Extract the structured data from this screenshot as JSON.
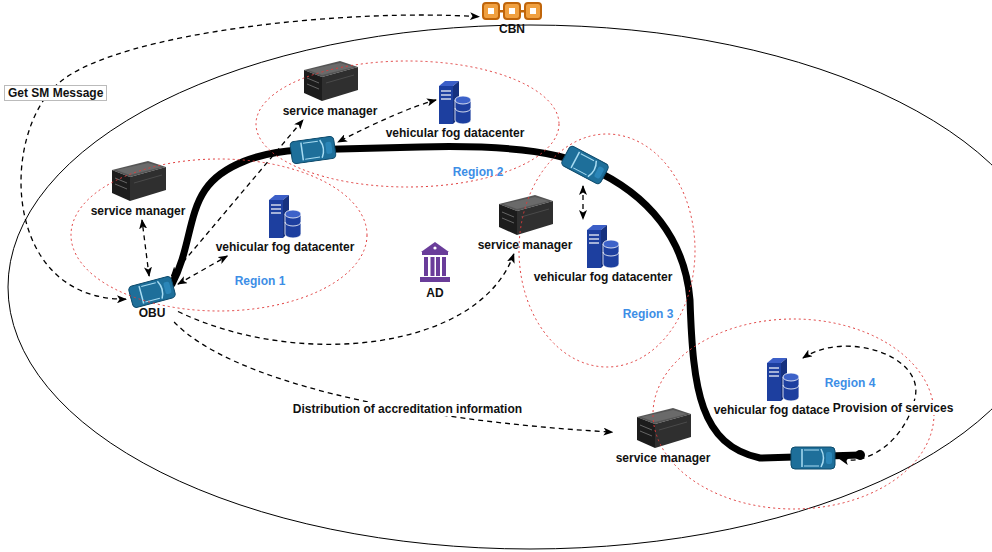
{
  "diagram": {
    "nodes": [
      {
        "text": [
          "CBN"
        ]
      },
      {
        "text": [
          "Region 1"
        ]
      },
      {
        "text": [
          "service manager"
        ],
        "in": 1
      },
      {
        "text": [
          "vehicular fog datacenter"
        ],
        "in": 1
      },
      {
        "text": [
          "Region 2"
        ]
      },
      {
        "text": [
          "service manager"
        ],
        "in": 4
      },
      {
        "text": [
          "vehicular fog datacenter"
        ],
        "in": 4
      },
      {
        "text": [
          "Region 3"
        ]
      },
      {
        "text": [
          "vehicular fog datacenter"
        ],
        "in": 7
      },
      {
        "text": [
          "service manager"
        ]
      },
      {
        "text": [
          "Region 4"
        ]
      },
      {
        "text": [
          "vehicular fog datacenter"
        ],
        "in": 10
      },
      {
        "text": [
          "service manager"
        ],
        "in": 10
      },
      {
        "text": [
          "OBU"
        ]
      },
      {
        "text": [
          "AD"
        ]
      }
    ],
    "edges": [
      {
        "from": 13,
        "to": 0,
        "arrow": "both",
        "label": "Get SM Message"
      },
      {
        "from": 13,
        "to": 2,
        "arrow": "both"
      },
      {
        "from": 13,
        "to": 5,
        "arrow": "both"
      },
      {
        "from": 13,
        "to": 3,
        "arrow": "both"
      },
      {
        "from": 13,
        "to": 9,
        "arrow": "to"
      },
      {
        "from": 13,
        "to": 12,
        "arrow": "to",
        "label": "Distribution of accreditation information"
      }
    ],
    "labels": [
      "Provision of services"
    ]
  }
}
